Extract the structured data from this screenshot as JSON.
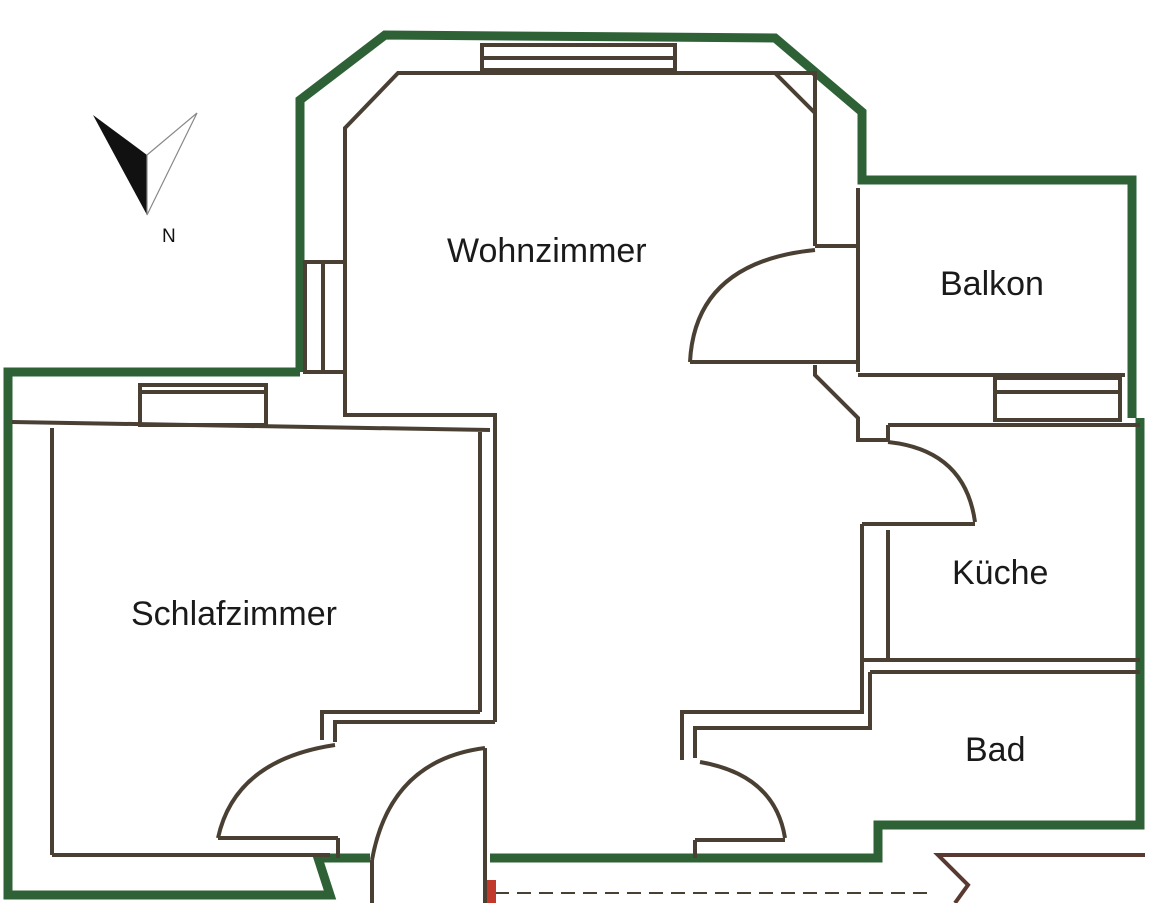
{
  "floorplan": {
    "colors": {
      "outer_wall": "#2e6236",
      "inner_wall": "#4a3f33",
      "line": "#111111",
      "background": "#ffffff",
      "accent_red": "#c0392b"
    },
    "compass": {
      "label": "N",
      "icon": "north-arrow-icon"
    },
    "rooms": [
      {
        "id": "wohnzimmer",
        "label": "Wohnzimmer"
      },
      {
        "id": "balkon",
        "label": "Balkon"
      },
      {
        "id": "schlafzimmer",
        "label": "Schlafzimmer"
      },
      {
        "id": "kueche",
        "label": "Küche"
      },
      {
        "id": "bad",
        "label": "Bad"
      }
    ]
  }
}
